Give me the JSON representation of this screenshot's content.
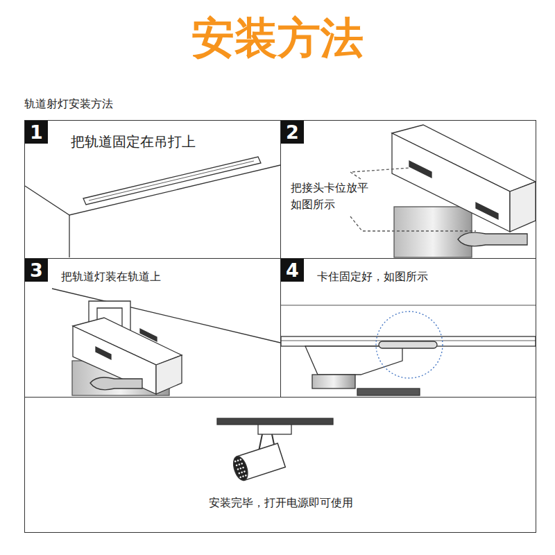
{
  "diagram": {
    "title": "安装方法",
    "nodes": [
      {
        "text": [
          "把轨道固定在吊打上"
        ]
      },
      {
        "text": [
          "1"
        ],
        "in": 0
      },
      {
        "text": [
          "把接头卡位放平 如图所示"
        ]
      },
      {
        "text": [
          "2"
        ],
        "in": 2
      },
      {
        "text": [
          "把轨道灯装在轨道上"
        ]
      },
      {
        "text": [
          "3"
        ],
        "in": 4
      },
      {
        "text": [
          "卡住固定好，如图所示"
        ]
      },
      {
        "text": [
          "4"
        ],
        "in": 6
      },
      {
        "text": [
          "安装完毕，打开电源即可使用"
        ]
      }
    ],
    "labels": [
      "轨道射灯安装方法"
    ]
  }
}
